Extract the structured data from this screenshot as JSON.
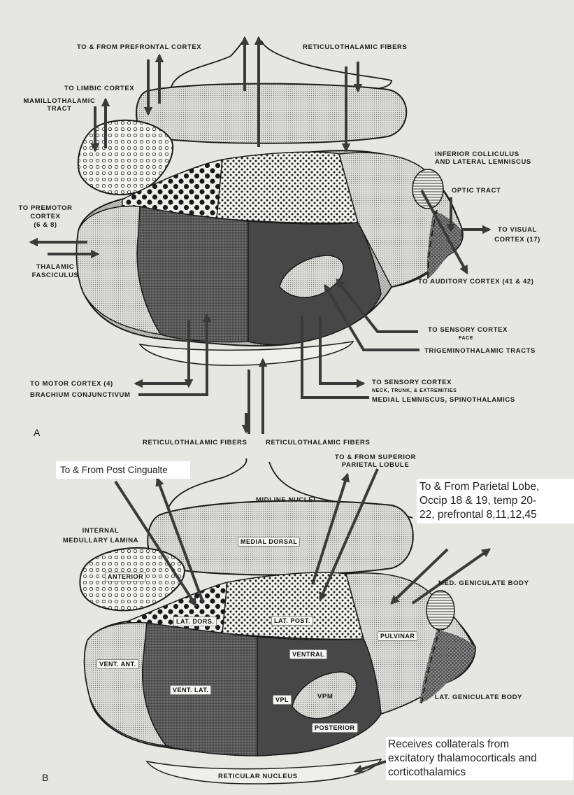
{
  "panel_a": {
    "letter": "A",
    "labels": {
      "prefrontal": "TO & FROM PREFRONTAL CORTEX",
      "reticulothalamic": "RETICULOTHALAMIC FIBERS",
      "limbic": "TO LIMBIC CORTEX",
      "mamillothalamic_1": "MAMILLOTHALAMIC",
      "mamillothalamic_2": "TRACT",
      "inferior_colliculus_1": "INFERIOR COLLICULUS",
      "inferior_colliculus_2": "AND LATERAL LEMNISCUS",
      "optic_tract": "OPTIC TRACT",
      "premotor_1": "TO PREMOTOR",
      "premotor_2": "CORTEX",
      "premotor_3": "(6 & 8)",
      "visual_1": "TO VISUAL",
      "visual_2": "CORTEX (17)",
      "thalamic_fasciculus_1": "THALAMIC",
      "thalamic_fasciculus_2": "FASCICULUS",
      "auditory": "TO AUDITORY CORTEX (41 & 42)",
      "sensory_face_1": "TO SENSORY CORTEX",
      "sensory_face_2": "FACE",
      "trigeminothalamic": "TRIGEMINOTHALAMIC TRACTS",
      "motor": "TO MOTOR CORTEX (4)",
      "brachium": "BRACHIUM CONJUNCTIVUM",
      "sensory_body_1": "TO SENSORY CORTEX",
      "sensory_body_2": "NECK, TRUNK, & EXTREMITIES",
      "medial_lemniscus": "MEDIAL LEMNISCUS, SPINOTHALAMICS"
    }
  },
  "panel_b": {
    "letter": "B",
    "labels": {
      "reticulothalamic_left": "RETICULOTHALAMIC FIBERS",
      "reticulothalamic_right": "RETICULOTHALAMIC FIBERS",
      "post_cingulate": "To & From Post Cingualte",
      "superior_parietal_1": "TO & FROM SUPERIOR",
      "superior_parietal_2": "PARIETAL LOBULE",
      "parietal_lobe_1": "To & From Parietal Lobe,",
      "parietal_lobe_2": "Occip 18 & 19, temp 20-",
      "parietal_lobe_3": "22, prefrontal 8,11,12,45",
      "midline_nuclei": "MIDLINE NUCLEI",
      "internal_lamina_1": "INTERNAL",
      "internal_lamina_2": "MEDULLARY LAMINA",
      "medial_dorsal": "MEDIAL DORSAL",
      "anterior": "ANTERIOR",
      "med_geniculate": "MED. GENICULATE BODY",
      "lat_dors": "LAT. DORS.",
      "lat_post": "LAT. POST.",
      "pulvinar": "PULVINAR",
      "vent_ant": "VENT. ANT.",
      "vent_lat": "VENT. LAT.",
      "ventral": "VENTRAL",
      "vpl": "VPL",
      "vpm": "VPM",
      "posterior": "POSTERIOR",
      "lat_geniculate": "LAT. GENICULATE BODY",
      "collaterals_1": "Receives collaterals from",
      "collaterals_2": "excitatory thalamocorticals and",
      "collaterals_3": "corticothalamics",
      "reticular_nucleus": "RETICULAR NUCLEUS"
    }
  },
  "colors": {
    "background": "#e6e6e3",
    "ink": "#1a1a1a",
    "light_fill": "#c9c9c6",
    "dark_fill": "#4a4a4a"
  }
}
